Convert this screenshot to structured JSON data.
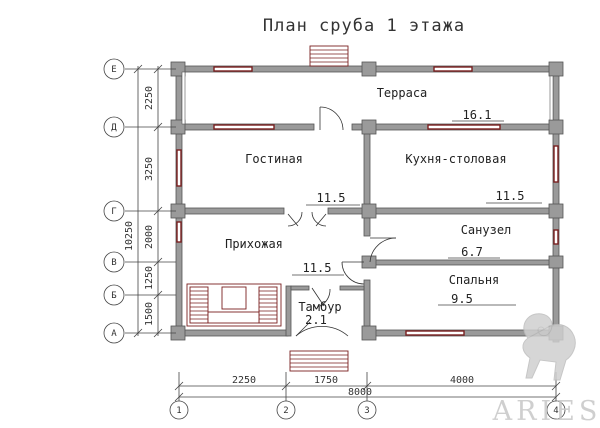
{
  "title": "План сруба 1 этажа",
  "rooms": [
    {
      "name": "Терраса",
      "area": "16.1"
    },
    {
      "name": "Гостиная",
      "area": "11.5"
    },
    {
      "name": "Кухня-столовая",
      "area": "11.5"
    },
    {
      "name": "Санузел",
      "area": "6.7"
    },
    {
      "name": "Прихожая",
      "area": "11.5"
    },
    {
      "name": "Спальня",
      "area": "9.5"
    },
    {
      "name": "Тамбур",
      "area": "2.1"
    }
  ],
  "axes": {
    "letters": [
      "Е",
      "Д",
      "Г",
      "В",
      "Б",
      "А"
    ],
    "numbers": [
      "1",
      "2",
      "3",
      "4"
    ]
  },
  "dimensions": {
    "vertical": [
      "2250",
      "3250",
      "2000",
      "1250",
      "1500"
    ],
    "vertical_total": "10250",
    "horizontal": [
      "2250",
      "1750",
      "4000"
    ],
    "horizontal_total": "8000"
  },
  "watermark": {
    "text": "ARIES",
    "color": "#c7c7c7"
  }
}
